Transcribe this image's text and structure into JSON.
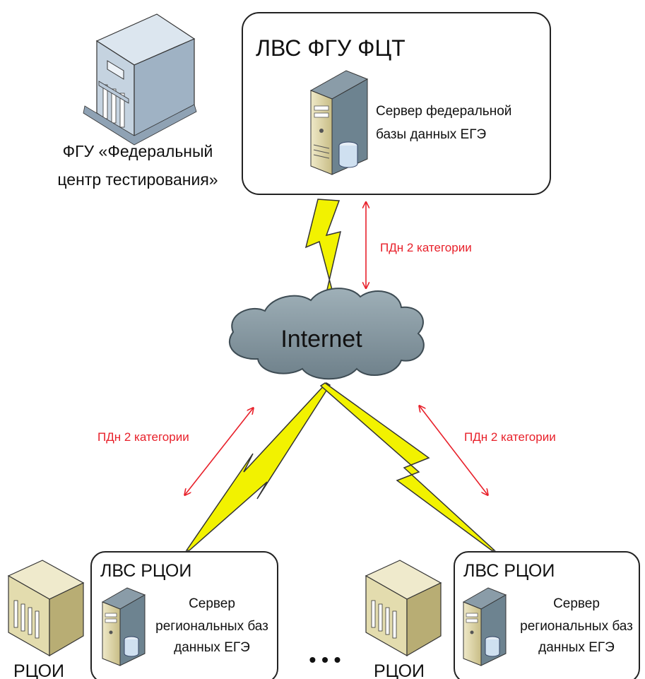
{
  "central": {
    "org_caption_line1": "ФГУ «Федеральный",
    "org_caption_line2": "центр тестирования»",
    "lan_title": "ЛВС ФГУ ФЦТ",
    "server_caption_line1": "Сервер федеральной",
    "server_caption_line2": "базы данных ЕГЭ"
  },
  "cloud_label": "Internet",
  "links": [
    {
      "label": "ПДн 2 категории"
    },
    {
      "label": "ПДн 2 категории"
    },
    {
      "label": "ПДн 2 категории"
    }
  ],
  "regions": [
    {
      "lan_title": "ЛВС РЦОИ",
      "server_caption_line1": "Сервер",
      "server_caption_line2": "региональных баз",
      "server_caption_line3": "данных ЕГЭ",
      "org_caption": "РЦОИ"
    },
    {
      "lan_title": "ЛВС РЦОИ",
      "server_caption_line1": "Сервер",
      "server_caption_line2": "региональных баз",
      "server_caption_line3": "данных ЕГЭ",
      "org_caption": "РЦОИ"
    }
  ],
  "ellipsis": "• • •",
  "colors": {
    "link_label": "#e8202a",
    "arrow": "#e8202a",
    "bolt": "#f2f200",
    "cloud": "#7e8f98",
    "building_central": "#b9c9d9",
    "building_region": "#d9d2a4",
    "server": "#d8cf9f"
  }
}
